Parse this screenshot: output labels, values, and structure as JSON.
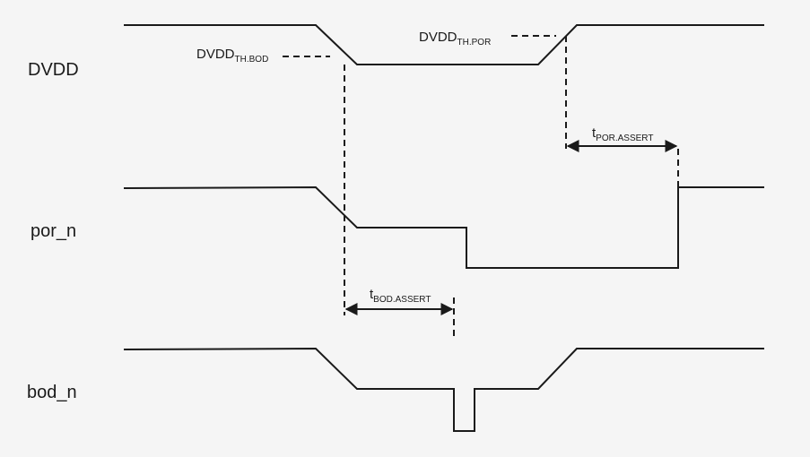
{
  "signals": {
    "dvdd": "DVDD",
    "por_n": "por_n",
    "bod_n": "bod_n"
  },
  "annotations": {
    "th_bod": {
      "main": "DVDD",
      "sub": "TH.BOD"
    },
    "th_por": {
      "main": "DVDD",
      "sub": "TH.POR"
    },
    "t_por_assert": {
      "main": "t",
      "sub": "POR.ASSERT"
    },
    "t_bod_assert": {
      "main": "t",
      "sub": "BOD.ASSERT"
    }
  },
  "colors": {
    "background": "#f5f5f5",
    "ink": "#1a1a1a"
  }
}
